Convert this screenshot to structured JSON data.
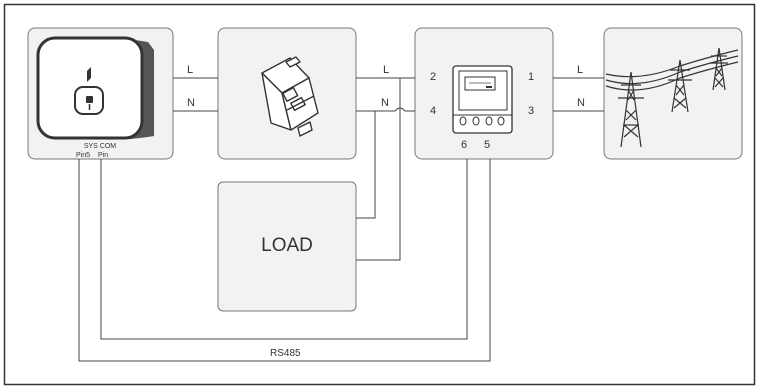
{
  "line_labels": {
    "inverter_l": "L",
    "inverter_n": "N",
    "breaker_l": "L",
    "breaker_n": "N",
    "grid_l": "L",
    "grid_n": "N"
  },
  "inverter": {
    "port_label": "SYS COM",
    "pin_a_label": "Pin5",
    "pin_b_label": "Pin"
  },
  "meter": {
    "terminal_2": "2",
    "terminal_4": "4",
    "terminal_1": "1",
    "terminal_3": "3",
    "terminal_6": "6",
    "terminal_5": "5"
  },
  "load": {
    "label": "LOAD"
  },
  "bus": {
    "label": "RS485"
  },
  "colors": {
    "frame": "#333333",
    "box_fill": "#f2f2f2",
    "box_stroke": "#777777",
    "wire": "#444444"
  },
  "icons": [
    "inverter-icon",
    "breaker-icon",
    "energy-meter-icon",
    "power-tower-icon"
  ]
}
